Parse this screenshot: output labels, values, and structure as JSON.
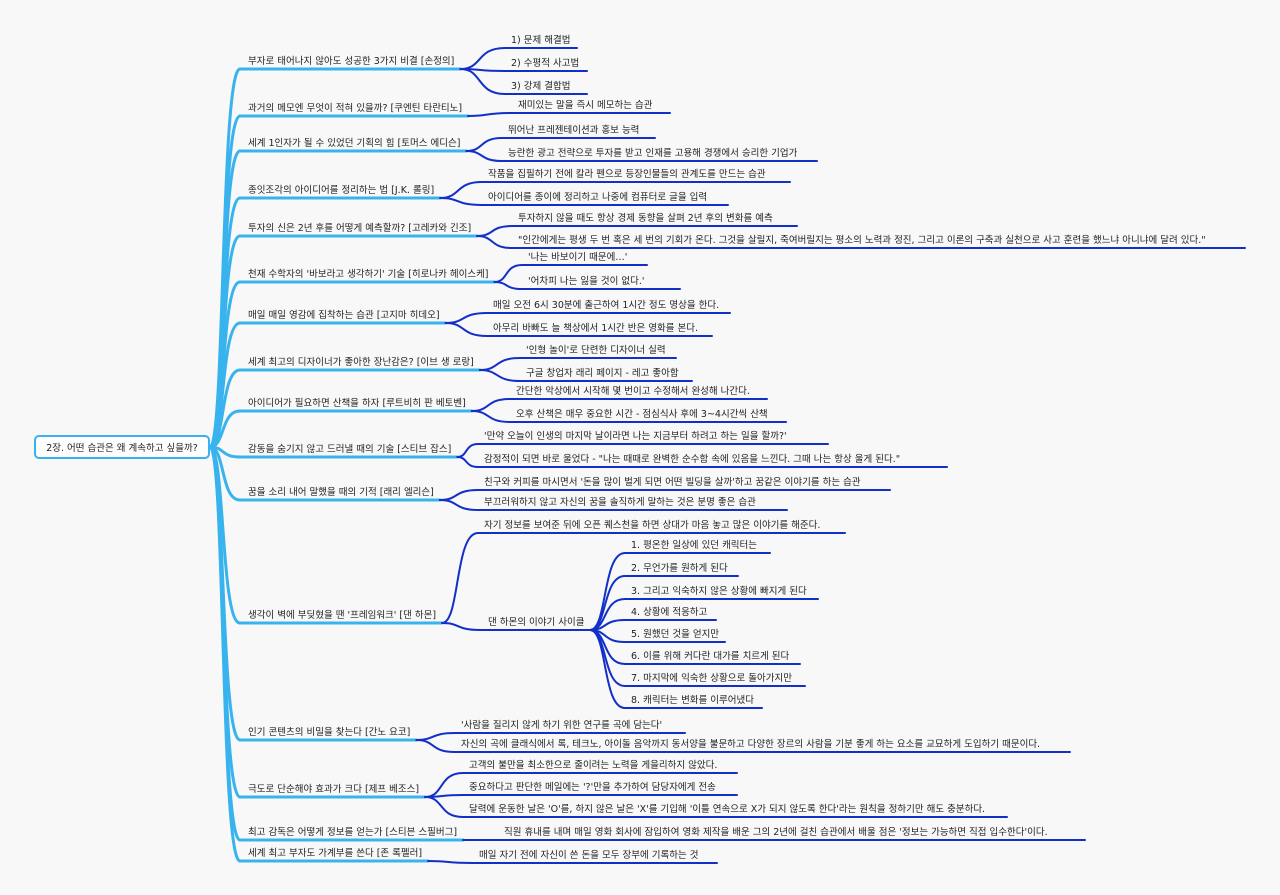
{
  "root": "2장. 어떤 습관은 왜 계속하고 싶을까?",
  "colors": {
    "background": "#f7f8f7",
    "branch": "#38b3ee",
    "leaf": "#1230c8",
    "text": "#222222"
  },
  "topics": [
    {
      "label": "부자로 태어나지 않아도 성공한 3가지 비결 [손정의]",
      "children": [
        {
          "label": "1) 문제 해결법"
        },
        {
          "label": "2) 수평적 사고법"
        },
        {
          "label": "3) 강제 결합법"
        }
      ]
    },
    {
      "label": "과거의 메모엔 무엇이 적혀 있을까? [쿠엔틴 타란티노]",
      "children": [
        {
          "label": "재미있는 말을 즉시 메모하는 습관"
        }
      ]
    },
    {
      "label": "세계 1인자가 될 수 있었던 기획의 힘 [토머스 에디슨]",
      "children": [
        {
          "label": "뛰어난 프레젠테이션과 홍보 능력"
        },
        {
          "label": "능란한 광고 전략으로 투자를 받고 인재를 고용해 경쟁에서 승리한 기업가"
        }
      ]
    },
    {
      "label": "종잇조각의 아이디어를 정리하는 법 [J.K. 롤링]",
      "children": [
        {
          "label": "작품을 집필하기 전에 칼라 펜으로 등장인물들의 관계도를 만드는 습관"
        },
        {
          "label": "아이디어를 종이에 정리하고 나중에 컴퓨터로 글을 입력"
        }
      ]
    },
    {
      "label": "투자의 신은 2년 후를 어떻게 예측할까? [고레카와 긴조]",
      "children": [
        {
          "label": "투자하지 않을 때도 항상 경제 동향을 살펴 2년 후의 변화를 예측"
        },
        {
          "label": "\"인간에게는 평생 두 번 혹은 세 번의 기회가 온다. 그것을 살릴지, 죽여버릴지는 평소의 노력과 정진, 그리고 이론의 구축과 실천으로 사고 훈련을 했느냐 아니냐에 달려 있다.\""
        }
      ]
    },
    {
      "label": "천재 수학자의 '바보라고 생각하기' 기술 [히로나카 헤이스케]",
      "children": [
        {
          "label": "'나는 바보이기 때문에…'"
        },
        {
          "label": "'어차피 나는 잃을 것이 없다.'"
        }
      ]
    },
    {
      "label": "매일 매일 영감에 집착하는 습관 [고지마 히데오]",
      "children": [
        {
          "label": "매일 오전 6시 30분에 출근하여 1시간 정도 명상을 한다."
        },
        {
          "label": "아무리 바빠도 늘 책상에서 1시간 반은 영화를 본다."
        }
      ]
    },
    {
      "label": "세계 최고의 디자이너가 좋아한 장난감은? [이브 생 로랑]",
      "children": [
        {
          "label": "'인형 놀이'로 단련한 디자이너 실력"
        },
        {
          "label": "구글 창업자 래리 페이지 - 레고 좋아함"
        }
      ]
    },
    {
      "label": "아이디어가 필요하면 산책을 하자 [루트비히 판 베토벤]",
      "children": [
        {
          "label": "간단한 악상에서 시작해 몇 번이고 수정해서 완성해 나간다."
        },
        {
          "label": "오후 산책은 매우 중요한 시간 - 점심식사 후에 3~4시간씩 산책"
        }
      ]
    },
    {
      "label": "감동을 숨기지 않고 드러낼 때의 기술 [스티브 잡스]",
      "children": [
        {
          "label": "'만약 오늘이 인생의 마지막 날이라면 나는 지금부터 하려고 하는 일을 할까?'"
        },
        {
          "label": "감정적이 되면 바로 울었다 - \"나는 때때로 완벽한 순수함 속에 있음을 느낀다. 그때 나는 항상 울게 된다.\""
        }
      ]
    },
    {
      "label": "꿈을 소리 내어 말했을 때의 기적 [래리 엘리슨]",
      "children": [
        {
          "label": "친구와 커피를 마시면서 '돈을 많이 벌게 되면 어떤 빌딩을 살까'하고 꿈같은 이야기를 하는 습관"
        },
        {
          "label": "부끄러워하지 않고 자신의 꿈을 솔직하게 말하는 것은 분명 좋은 습관"
        }
      ]
    },
    {
      "label": "생각이 벽에 부딪혔을 땐 '프레임워크' [댄 하몬]",
      "children": [
        {
          "label": "자기 정보를 보여준 뒤에 오픈 퀘스천을 하면 상대가 마음 놓고 많은 이야기를 해준다."
        },
        {
          "label": "댄 하몬의 이야기 사이클",
          "children": [
            {
              "label": "1. 평온한 일상에 있던 캐릭터는"
            },
            {
              "label": "2. 무언가를 원하게 된다"
            },
            {
              "label": "3. 그리고 익숙하지 않은 상황에 빠지게 된다"
            },
            {
              "label": "4. 상황에 적응하고"
            },
            {
              "label": "5. 원했던 것을 얻지만"
            },
            {
              "label": "6. 이를 위해 커다란 대가를 치르게 된다"
            },
            {
              "label": "7. 마지막에 익숙한 상황으로 돌아가지만"
            },
            {
              "label": "8. 캐릭터는 변화를 이루어냈다"
            }
          ]
        }
      ]
    },
    {
      "label": "인기 콘텐츠의 비밀을 찾는다 [간노 요코]",
      "children": [
        {
          "label": "'사람을 질리지 않게 하기 위한 연구를 곡에 담는다'"
        },
        {
          "label": "자신의 곡에 클래식에서 록, 테크노, 아이돌 음악까지 동서양을 불문하고 다양한 장르의 사람을 기분 좋게 하는 요소를 교묘하게 도입하기 때문이다."
        }
      ]
    },
    {
      "label": "극도로 단순해야 효과가 크다 [제프 베조스]",
      "children": [
        {
          "label": "고객의 불만을 최소한으로 줄이려는 노력을 게을리하지 않았다."
        },
        {
          "label": "중요하다고 판단한 메일에는 '?'만을 추가하여 담당자에게 전송"
        },
        {
          "label": "달력에 운동한 날은 'O'를, 하지 않은 날은 'X'를 기입해 '이틀 연속으로 X가 되지 않도록 한다'라는 원칙을 정하기만 해도 충분하다."
        }
      ]
    },
    {
      "label": "최고 감독은 어떻게 정보를 얻는가 [스티븐 스필버그]",
      "children": [
        {
          "label": "직원 휴내를 내며 매일 영화 회사에 잠입하여 영화 제작을 배운 그의 2년에 걸친 습관에서 배울 점은 '정보는 가능하면 직접 입수한다'이다."
        }
      ]
    },
    {
      "label": "세계 최고 부자도 가계부를 쓴다 [존 록펠러]",
      "children": [
        {
          "label": "매일 자기 전에 자신이 쓴 돈을 모두 장부에 기록하는 것"
        }
      ]
    }
  ]
}
